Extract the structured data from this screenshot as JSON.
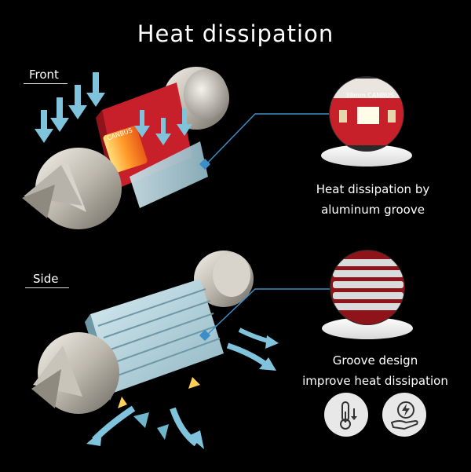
{
  "title": "Heat dissipation",
  "front": {
    "label": "Front",
    "caption_line1": "Heat dissipation by",
    "caption_line2": "aluminum groove",
    "chip_text": "CANBUS",
    "zoom_chip_text": "39mm CANBUS"
  },
  "side": {
    "label": "Side",
    "caption_line1": "Groove design",
    "caption_line2": "improve heat dissipation"
  },
  "icons": [
    "thermometer-down-icon",
    "hand-energy-icon"
  ],
  "colors": {
    "background": "#000000",
    "heat_arrow": "#7fc4dc",
    "pcb_red": "#c8202a",
    "leader_line": "#3a8fc8"
  }
}
